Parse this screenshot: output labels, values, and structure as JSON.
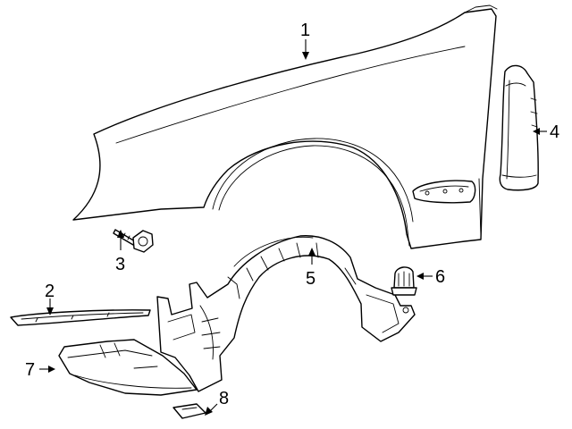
{
  "diagram": {
    "callouts": [
      "1",
      "2",
      "3",
      "4",
      "5",
      "6",
      "7",
      "8"
    ]
  }
}
